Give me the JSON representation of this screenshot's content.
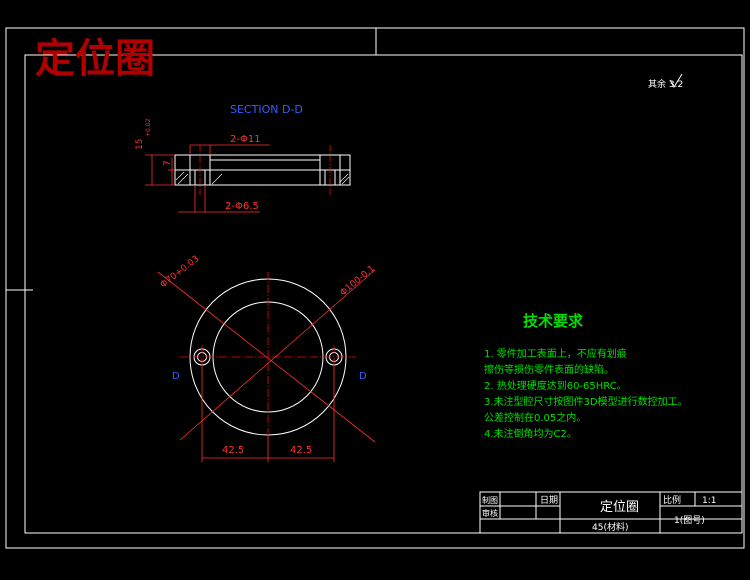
{
  "watermark": "定位圈",
  "roughness_note": "其余 3.2",
  "section_label": "SECTION D-D",
  "dimensions": {
    "height_total": "15",
    "height_total_tol": "+0.02",
    "height_step": "7",
    "hole_counterbore": "2-Φ11",
    "hole_through": "2-Φ6.5",
    "inner_diameter": "Φ70+0.03",
    "outer_diameter": "Φ100-0.1",
    "left_offset": "42.5",
    "right_offset": "42.5"
  },
  "view_markers": {
    "left": "D",
    "right": "D"
  },
  "tech_requirements": {
    "title": "技术要求",
    "items": [
      "1. 零件加工表面上，不应有划痕",
      "擦伤等损伤零件表面的缺陷。",
      "2. 热处理硬度达到60-65HRC。",
      "3.未注型腔尺寸按图件3D模型进行数控加工。",
      "公差控制在0.05之内。",
      "4.未注倒角均为C2。"
    ]
  },
  "title_block": {
    "label_drawn": "制图",
    "label_checked": "审核",
    "label_date": "日期",
    "part_name": "定位圈",
    "material": "45(材料)",
    "label_scale": "比例",
    "scale_value": "1:1",
    "sheet": "1(图号)"
  },
  "colors": {
    "frame": "#ffffff",
    "dimension": "#ff3030",
    "section_text": "#3a5cff",
    "requirements_text": "#00e000",
    "watermark": "#b00000",
    "centerline": "#ff0000",
    "part_lines": "#ffffff"
  }
}
